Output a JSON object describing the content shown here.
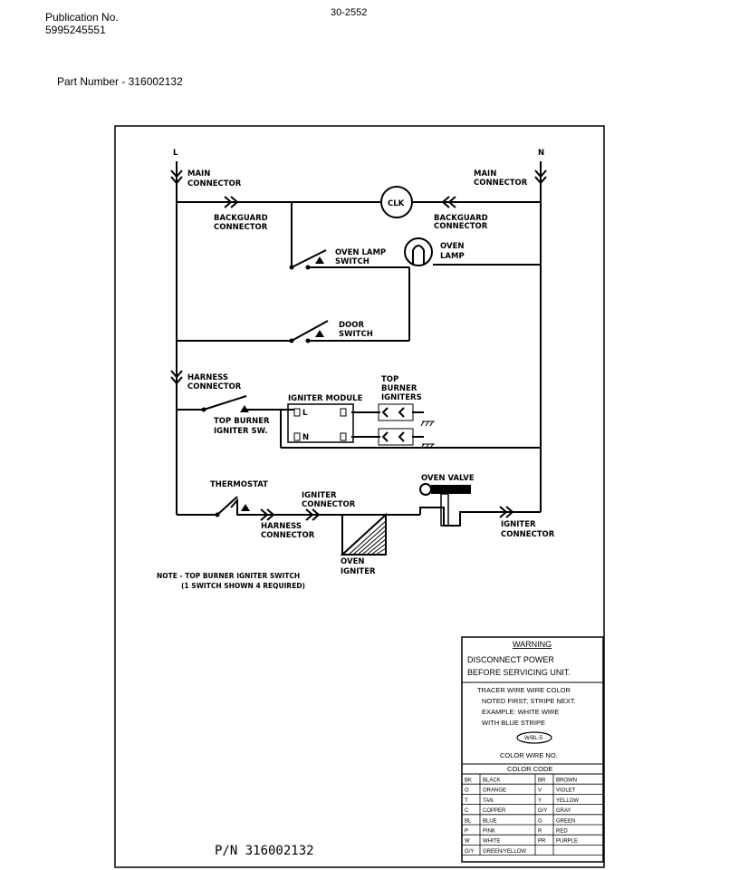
{
  "header": {
    "publication_label": "Publication No.",
    "publication_number": "5995245551",
    "doc_code": "30-2552",
    "part_number": "Part Number - 316002132"
  },
  "diagram": {
    "L": "L",
    "N": "N",
    "main_connector": [
      "MAIN",
      "CONNECTOR"
    ],
    "clk": "CLK",
    "backguard_left": [
      "BACKGUARD",
      "CONNECTOR"
    ],
    "backguard_right": [
      "BACKGUARD",
      "CONNECTOR"
    ],
    "oven_lamp_switch": [
      "OVEN LAMP",
      "SWITCH"
    ],
    "oven_lamp": [
      "OVEN",
      "LAMP"
    ],
    "door_switch": [
      "DOOR",
      "SWITCH"
    ],
    "harness_connector_top": [
      "HARNESS",
      "CONNECTOR"
    ],
    "igniter_module": "IGNITER MODULE",
    "module_L": "L",
    "module_N": "N",
    "top_burner_igniters": [
      "TOP",
      "BURNER",
      "IGNITERS"
    ],
    "top_burner_igniter_sw": [
      "TOP BURNER",
      "IGNITER SW."
    ],
    "thermostat": "THERMOSTAT",
    "igniter_connector_top": [
      "IGNITER",
      "CONNECTOR"
    ],
    "oven_valve": "OVEN VALVE",
    "harness_connector_bottom": [
      "HARNESS",
      "CONNECTOR"
    ],
    "igniter_connector_right": [
      "IGNITER",
      "CONNECTOR"
    ],
    "oven_igniter": [
      "OVEN",
      "IGNITER"
    ],
    "note": [
      "NOTE - TOP BURNER IGNITER SWITCH",
      "(1 SWITCH SHOWN 4 REQUIRED)"
    ]
  },
  "warning_box": {
    "title": "WARNING",
    "line1": "DISCONNECT POWER",
    "line2": "BEFORE SERVICING UNIT.",
    "tracer": "TRACER WIRE    WIRE COLOR",
    "noted": "NOTED FIRST, STRIPE NEXT.",
    "example": "EXAMPLE: WHITE WIRE",
    "with_blue": "WITH BLUE STRIPE",
    "badge": "W/BL-5",
    "color_wire_no": "COLOR WIRE NO.",
    "color_code_title": "COLOR CODE",
    "color_codes": [
      {
        "c1": "BK",
        "n1": "BLACK",
        "c2": "BR",
        "n2": "BROWN"
      },
      {
        "c1": "O",
        "n1": "ORANGE",
        "c2": "V",
        "n2": "VIOLET"
      },
      {
        "c1": "T",
        "n1": "TAN",
        "c2": "Y",
        "n2": "YELLOW"
      },
      {
        "c1": "C",
        "n1": "COPPER",
        "c2": "G/Y",
        "n2": "GRAY"
      },
      {
        "c1": "BL",
        "n1": "BLUE",
        "c2": "G",
        "n2": "GREEN"
      },
      {
        "c1": "P",
        "n1": "PINK",
        "c2": "R",
        "n2": "RED"
      },
      {
        "c1": "W",
        "n1": "WHITE",
        "c2": "PR",
        "n2": "PURPLE"
      },
      {
        "c1": "G/Y",
        "n1": "GREEN/YELLOW",
        "c2": "",
        "n2": ""
      }
    ]
  },
  "footer": {
    "pn": "P/N 316002132"
  }
}
